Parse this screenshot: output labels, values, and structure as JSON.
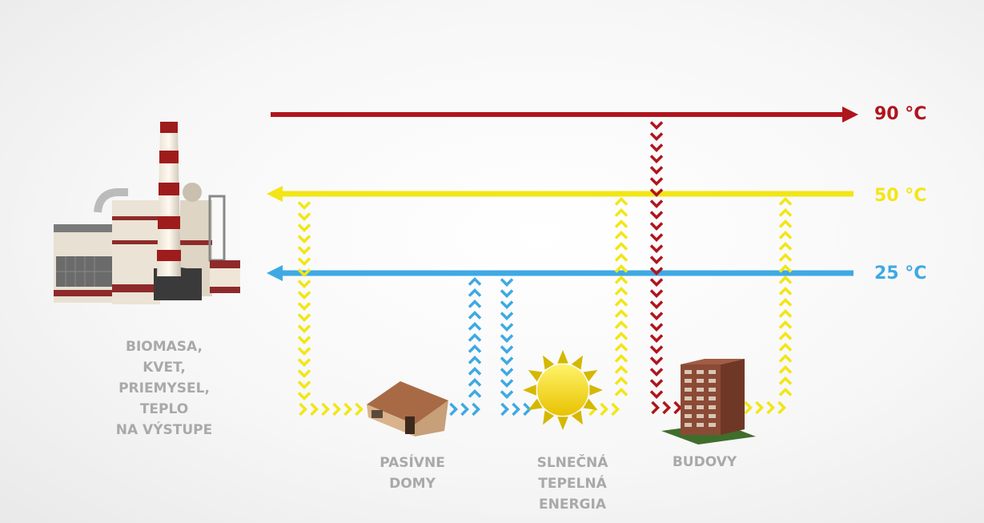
{
  "colors": {
    "hot": "#b0141d",
    "mid": "#f2e616",
    "cold": "#3ea9e3",
    "label_gray": "#a9a9a9"
  },
  "temperatures": {
    "hot": "90 °C",
    "mid": "50 °C",
    "cold": "25 °C"
  },
  "labels": {
    "source": "BIOMASA,\nKVET,\nPRIEMYSEL,\nTEPLO\nNA VÝSTUPE",
    "passive_houses": "PASÍVNE\nDOMY",
    "solar": "SLNEČNÁ\nTEPELNÁ\nENERGIA",
    "buildings": "BUDOVY"
  },
  "icons": {
    "source": "factory-icon",
    "passive_houses": "house-icon",
    "solar": "sun-icon",
    "buildings": "apartment-building-icon"
  }
}
